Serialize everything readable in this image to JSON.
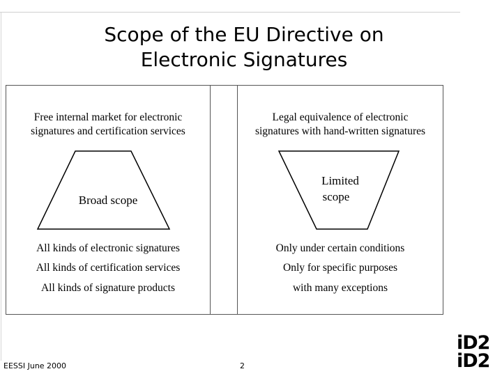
{
  "slide": {
    "title_line1": "Scope of the EU Directive on",
    "title_line2": "Electronic Signatures"
  },
  "left_panel": {
    "heading_line1": "Free internal market for electronic",
    "heading_line2": "signatures and certification services",
    "shape_label": "Broad scope",
    "items": [
      "All kinds of electronic signatures",
      "All kinds of certification services",
      "All kinds of signature products"
    ]
  },
  "right_panel": {
    "heading_line1": "Legal equivalence of electronic",
    "heading_line2": "signatures with hand-written signatures",
    "shape_label_line1": "Limited",
    "shape_label_line2": "scope",
    "items": [
      "Only under certain conditions",
      "Only for specific purposes",
      "with many exceptions"
    ]
  },
  "footer": {
    "left_text": "EESSI June 2000",
    "page_number": "2",
    "logo_line1": "iD2",
    "logo_line2": "iD2"
  }
}
